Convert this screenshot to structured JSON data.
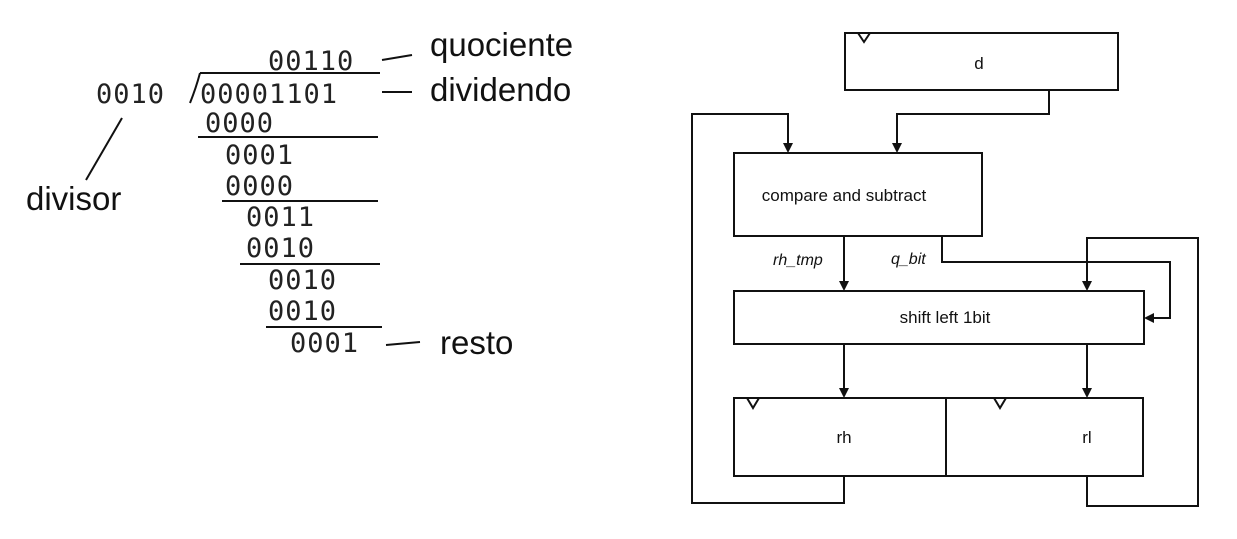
{
  "division": {
    "quotient": "00110",
    "divisor": "0010",
    "dividend": "00001101",
    "steps": [
      "0000",
      "0001",
      "0000",
      "0011",
      "0010",
      "0010",
      "0010",
      "0001"
    ],
    "labels": {
      "quotient": "quociente",
      "dividend": "dividendo",
      "divisor": "divisor",
      "remainder": "resto"
    }
  },
  "hardware": {
    "blocks": {
      "d": "d",
      "compare": "compare and subtract",
      "shift": "shift left 1bit",
      "rh": "rh",
      "rl": "rl"
    },
    "signals": {
      "rh_tmp": "rh_tmp",
      "q_bit": "q_bit"
    }
  }
}
